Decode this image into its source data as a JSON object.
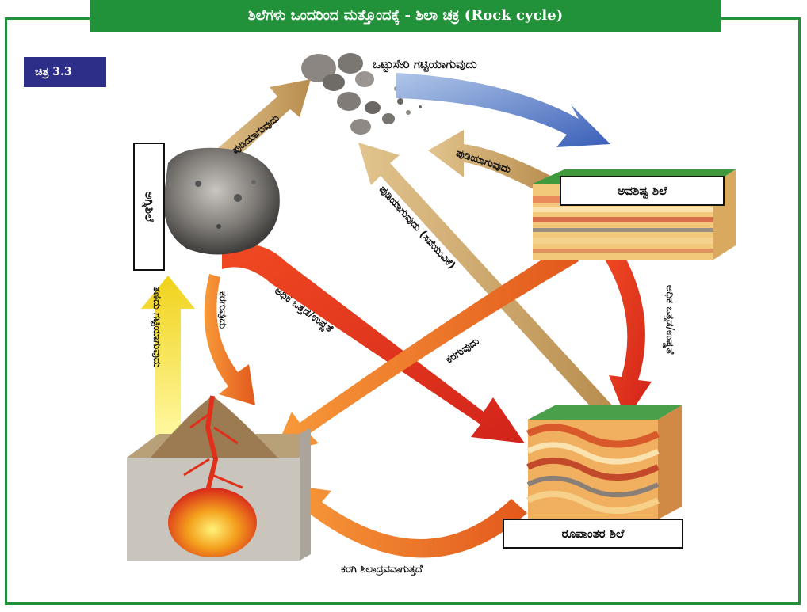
{
  "header": {
    "title": "ಶಿಲೆಗಳು ಒಂದರಿಂದ ಮತ್ತೊಂದಕ್ಕೆ - ಶಿಲಾ ಚಕ್ರ (Rock cycle)",
    "figure_tag": "ಚಿತ್ರ 3.3"
  },
  "labels": {
    "compaction": "ಒಟ್ಟುಸೇರಿ ಗಟ್ಟಿಯಾಗುವುದು",
    "sedimentary_rock": "ಅವಶಿಷ್ಟ ಶಿಲೆ",
    "igneous_rock": "ಅಗ್ನಿಶಿಲೆ",
    "metamorphic_rock": "ರೂಪಾಂತರ ಶಿಲೆ",
    "weathering_1": "ಪುಡಿಯಾಗುವುದು",
    "weathering_2": "ಪುಡಿಯಾಗುವುದು",
    "weathering_3": "ಪುಡಿಯಾಗುವುದು (ಸವೆಯುವಿಕೆ)",
    "cooling": "ತಣಿದು ಗಟ್ಟಿಯಾಗುವುದು",
    "melting_1": "ಕರಗುವುದು",
    "melting_2": "ಕರಗುವುದು",
    "heat_pressure_1": "ಅಧಿಕ ಒತ್ತಡ/ಉಷ್ಣತೆ",
    "heat_pressure_2": "ಅಧಿಕ ಒತ್ತಡ/ಉಷ್ಣತೆ",
    "melt_magma": "ಕರಗಿ ಶಿಲಾದ್ರವವಾಗುತ್ತದೆ"
  },
  "colors": {
    "frame_green": "#22923a",
    "tag_navy": "#2c2e88",
    "weathering_tan": "#c9a46a",
    "transport_blue": "#4a73c4",
    "heat_red": "#e03a1e",
    "melt_orange": "#ef7a22",
    "cool_yellow": "#f5e81a"
  }
}
